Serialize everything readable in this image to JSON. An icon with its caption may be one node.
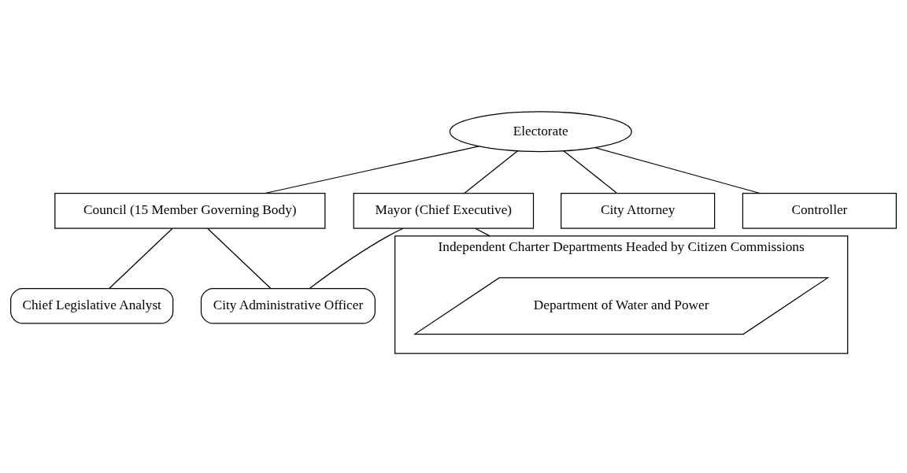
{
  "diagram": {
    "nodes": [
      {
        "text": [
          "Electorate"
        ]
      },
      {
        "text": [
          "Council (15 Member Governing Body)"
        ]
      },
      {
        "text": [
          "Mayor (Chief Executive)"
        ]
      },
      {
        "text": [
          "City Attorney"
        ]
      },
      {
        "text": [
          "Controller"
        ]
      },
      {
        "text": [
          "Chief Legislative Analyst"
        ]
      },
      {
        "text": [
          "City Administrative Officer"
        ]
      },
      {
        "text": [
          "Independent Charter Departments Headed by Citizen Commissions"
        ]
      },
      {
        "text": [
          "Department of Water and Power"
        ],
        "in": 7
      }
    ],
    "edges": [
      {
        "from": 0,
        "to": 1,
        "arrow": "none"
      },
      {
        "from": 0,
        "to": 2,
        "arrow": "none"
      },
      {
        "from": 0,
        "to": 3,
        "arrow": "none"
      },
      {
        "from": 0,
        "to": 4,
        "arrow": "none"
      },
      {
        "from": 1,
        "to": 5,
        "arrow": "none"
      },
      {
        "from": 1,
        "to": 6,
        "arrow": "none"
      },
      {
        "from": 2,
        "to": 6,
        "arrow": "none"
      },
      {
        "from": 2,
        "to": 7,
        "arrow": "none"
      }
    ]
  }
}
